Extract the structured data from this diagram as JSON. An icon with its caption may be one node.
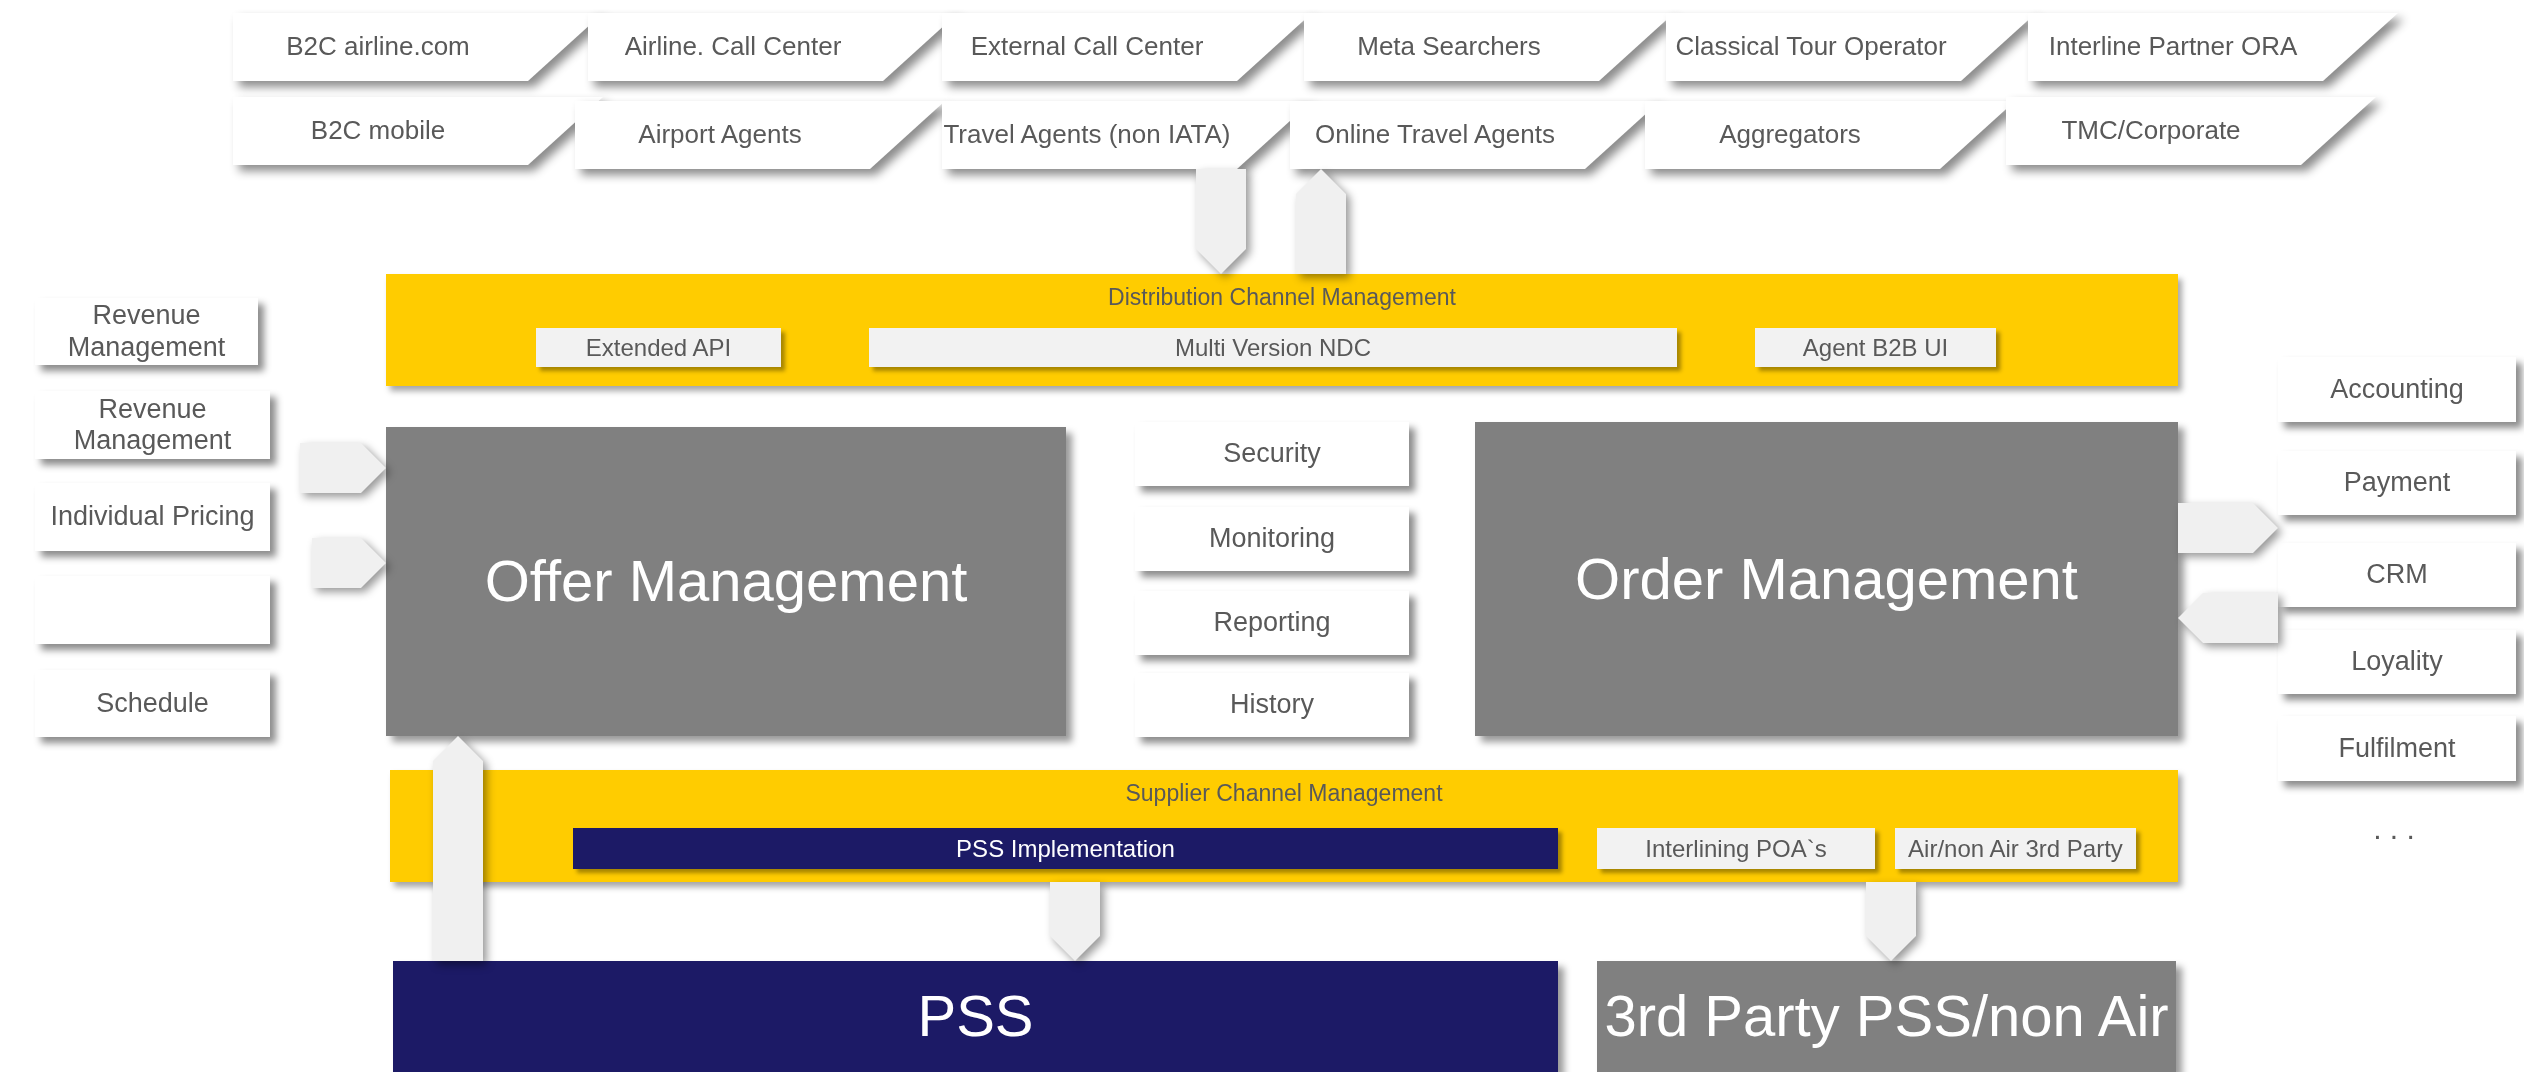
{
  "diagram": {
    "nodes": [
      {
        "text": [
          "B2C airline.com"
        ]
      },
      {
        "text": [
          "Airline. Call Center"
        ]
      },
      {
        "text": [
          "External Call Center"
        ]
      },
      {
        "text": [
          "Meta Searchers"
        ]
      },
      {
        "text": [
          "Classical Tour Operator"
        ]
      },
      {
        "text": [
          "Interline Partner ORA"
        ]
      },
      {
        "text": [
          "B2C mobile"
        ]
      },
      {
        "text": [
          "Airport Agents"
        ]
      },
      {
        "text": [
          "Travel Agents (non IATA)"
        ]
      },
      {
        "text": [
          "Online Travel Agents"
        ]
      },
      {
        "text": [
          "Aggregators"
        ]
      },
      {
        "text": [
          "TMC/Corporate"
        ]
      },
      {
        "text": [
          "Revenue Management"
        ]
      },
      {
        "text": [
          "Revenue Management"
        ]
      },
      {
        "text": [
          "Individual Pricing"
        ]
      },
      {
        "text": [],
        "shape": "box"
      },
      {
        "text": [
          "Schedule"
        ]
      },
      {
        "text": [
          "Distribution Channel Management"
        ]
      },
      {
        "text": [
          "Extended API"
        ],
        "in": 17
      },
      {
        "text": [
          "Multi Version NDC"
        ],
        "in": 17
      },
      {
        "text": [
          "Agent B2B UI"
        ],
        "in": 17
      },
      {
        "text": [
          "Offer Management"
        ]
      },
      {
        "text": [
          "Security"
        ]
      },
      {
        "text": [
          "Monitoring"
        ]
      },
      {
        "text": [
          "Reporting"
        ]
      },
      {
        "text": [
          "History"
        ]
      },
      {
        "text": [
          "Order Management"
        ]
      },
      {
        "text": [
          "Accounting"
        ]
      },
      {
        "text": [
          "Payment"
        ]
      },
      {
        "text": [
          "CRM"
        ]
      },
      {
        "text": [
          "Loyality"
        ]
      },
      {
        "text": [
          "Fulfilment"
        ]
      },
      {
        "text": [
          "Supplier Channel Management"
        ]
      },
      {
        "text": [
          "PSS Implementation"
        ],
        "in": 32
      },
      {
        "text": [
          "Interlining POA`s"
        ],
        "in": 32
      },
      {
        "text": [
          "Air/non Air 3rd Party"
        ],
        "in": 32
      },
      {
        "text": [
          "PSS"
        ]
      },
      {
        "text": [
          "3rd Party PSS/non Air"
        ]
      }
    ],
    "edges": [
      {
        "from": 8,
        "to": 17,
        "arrow": "to"
      },
      {
        "from": 17,
        "to": 9,
        "arrow": "to"
      },
      {
        "from": null,
        "to": 21,
        "arrow": "to"
      },
      {
        "from": null,
        "to": 21,
        "arrow": "to"
      },
      {
        "from": 26,
        "to": 28,
        "arrow": "to"
      },
      {
        "from": 29,
        "to": 26,
        "arrow": "to"
      },
      {
        "from": 36,
        "to": 21,
        "arrow": "to"
      },
      {
        "from": 32,
        "to": 36,
        "arrow": "to"
      },
      {
        "from": 32,
        "to": 37,
        "arrow": "to"
      }
    ],
    "labels": [
      ". . ."
    ]
  }
}
